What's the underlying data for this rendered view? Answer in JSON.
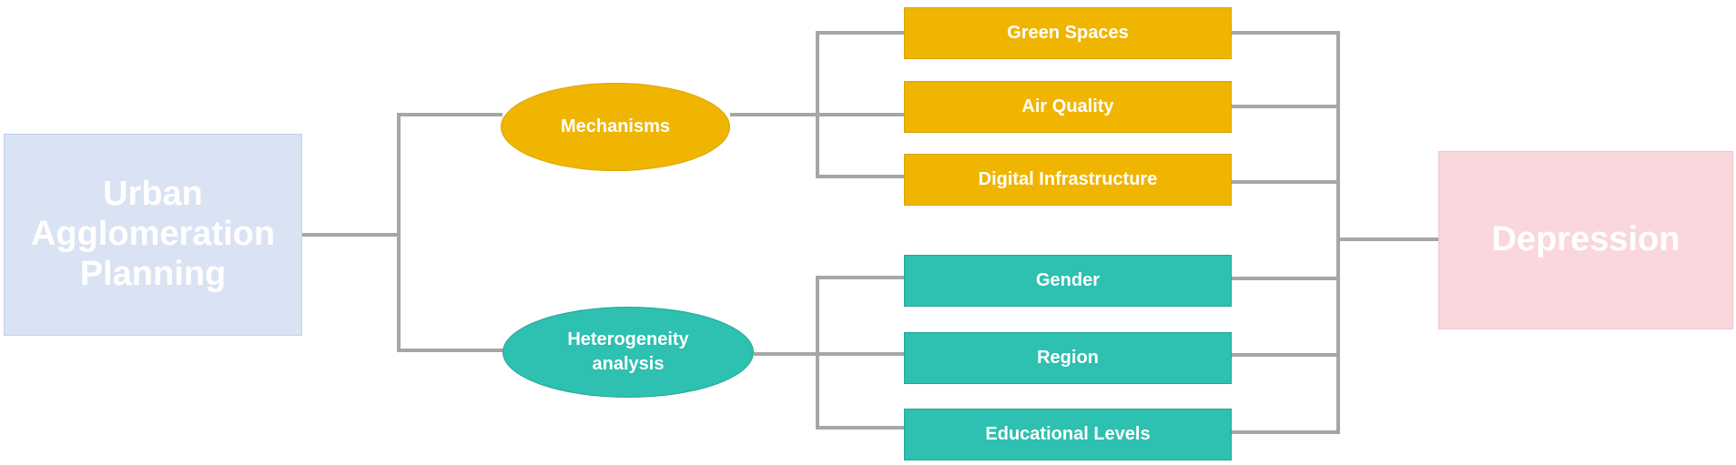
{
  "source": {
    "label": "Urban Agglomeration Planning",
    "color": "#dae3f3"
  },
  "target": {
    "label": "Depression",
    "color": "#f9d7dd"
  },
  "branches": [
    {
      "label": "Mechanisms",
      "color": "#f0b500",
      "factors": [
        "Green Spaces",
        "Air Quality",
        "Digital Infrastructure"
      ]
    },
    {
      "label": "Heterogeneity analysis",
      "color": "#2ec0b0",
      "factors": [
        "Gender",
        "Region",
        "Educational Levels"
      ]
    }
  ],
  "connector_color": "#a6a6a6"
}
